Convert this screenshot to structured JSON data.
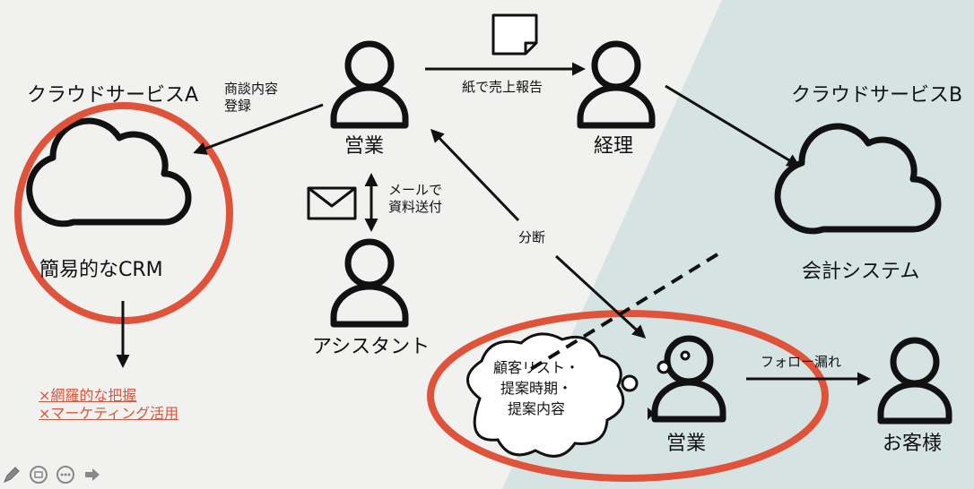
{
  "cloud_a": {
    "title": "クラウドサービスA",
    "caption": "簡易的なCRM",
    "issues": [
      "×網羅的な把握",
      "×マーケティング活用"
    ]
  },
  "cloud_b": {
    "title": "クラウドサービスB",
    "caption": "会計システム"
  },
  "people": {
    "sales_top": "営業",
    "manager": "経理",
    "assistant": "アシスタント",
    "sales_bottom": "営業",
    "customer": "お客様"
  },
  "arrows": {
    "register": [
      "商談内容",
      "登録"
    ],
    "paper_report": "紙で売上報告",
    "mail": [
      "メールで",
      "資料送付"
    ],
    "disconnect": "分断",
    "follow_miss": "フォロー漏れ"
  },
  "thought_bubble": [
    "顧客リスト・",
    "提案時期・",
    "提案内容"
  ],
  "colors": {
    "highlight_red": "#e0533b",
    "background": "#f1f1f0",
    "shaded_area": "#d6e3e3",
    "line": "#111111"
  },
  "icons": [
    "person-icon",
    "cloud-icon",
    "document-icon",
    "mail-icon",
    "pen-icon",
    "slides-icon",
    "menu-icon",
    "next-arrow-icon"
  ]
}
